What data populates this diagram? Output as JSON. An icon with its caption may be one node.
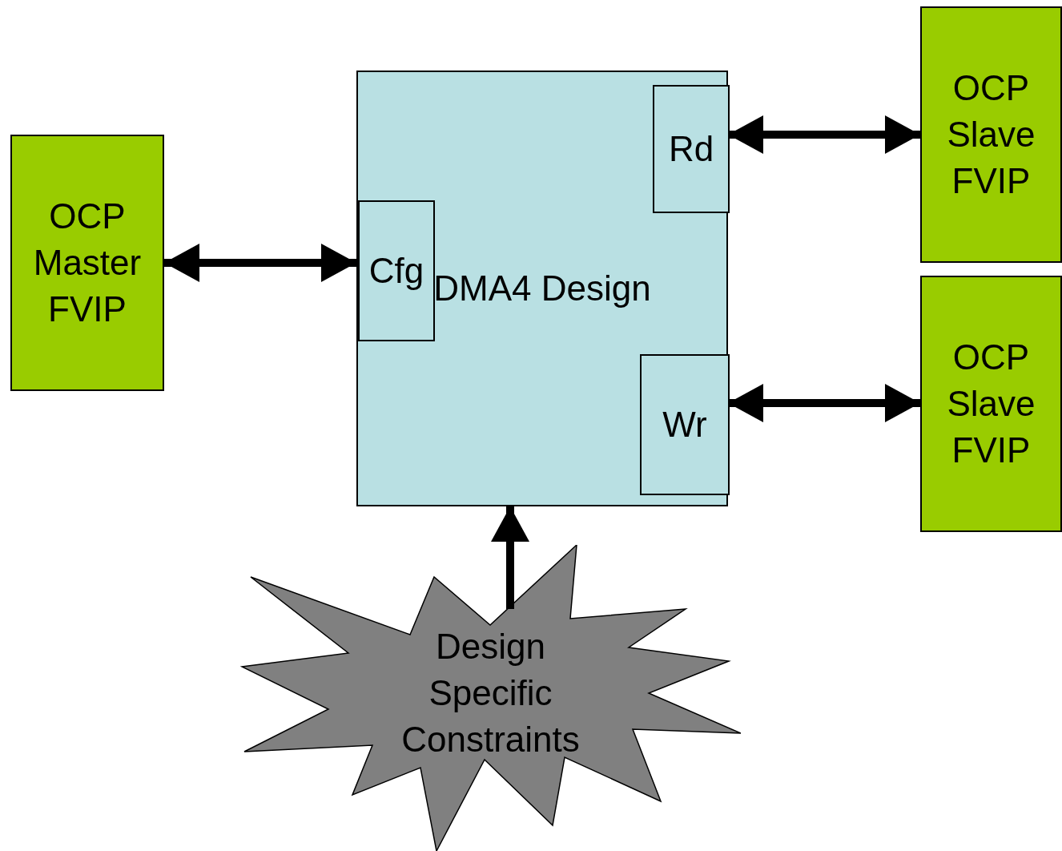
{
  "diagram": {
    "nodes": [
      {
        "text": [
          "OCP Master FVIP"
        ]
      },
      {
        "text": [
          "DMA4 Design"
        ]
      },
      {
        "text": [
          "Cfg"
        ],
        "in": 1
      },
      {
        "text": [
          "Rd"
        ],
        "in": 1
      },
      {
        "text": [
          "Wr"
        ],
        "in": 1
      },
      {
        "text": [
          "OCP Slave FVIP"
        ]
      },
      {
        "text": [
          "OCP Slave FVIP"
        ]
      },
      {
        "text": [
          "Design Specific Constraints"
        ]
      }
    ],
    "edges": [
      {
        "from": 0,
        "to": 2,
        "arrow": "both"
      },
      {
        "from": 3,
        "to": 5,
        "arrow": "both"
      },
      {
        "from": 4,
        "to": 6,
        "arrow": "both"
      },
      {
        "from": 7,
        "to": 1,
        "arrow": "to"
      }
    ]
  }
}
